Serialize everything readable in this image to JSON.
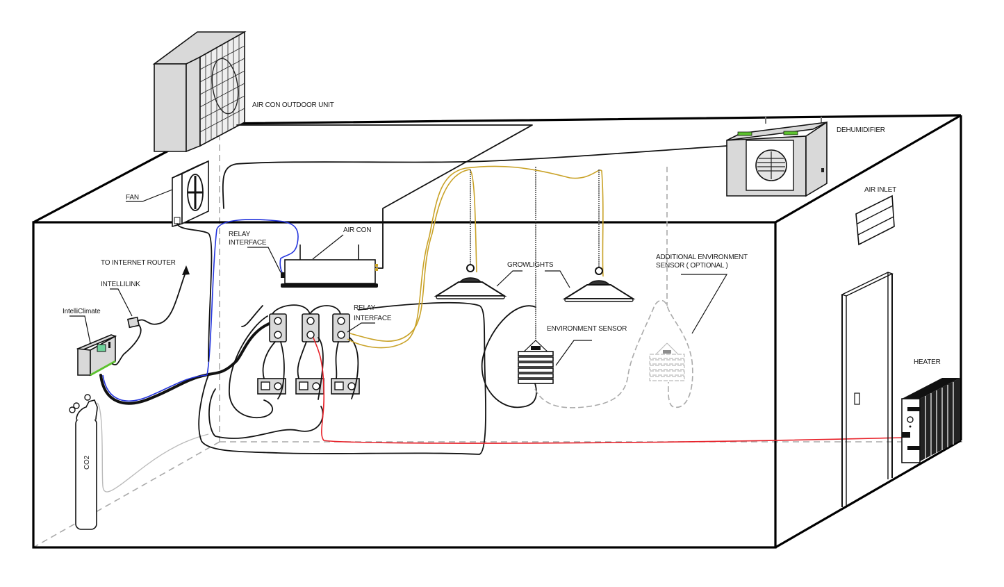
{
  "title": "IntelliClimate grow room wiring layout",
  "labels": {
    "air_con_outdoor_unit": "AIR CON OUTDOOR UNIT",
    "dehumidifier": "DEHUMIDIFIER",
    "fan": "FAN",
    "air_inlet": "AIR INLET",
    "relay_interface_top_1": "RELAY",
    "relay_interface_top_2": "INTERFACE",
    "air_con": "AIR CON",
    "to_internet_router": "TO INTERNET ROUTER",
    "intellilink": "INTELLILINK",
    "intelliclimate": "IntelliClimate",
    "relay_interface_mid_1": "RELAY",
    "relay_interface_mid_2": "INTERFACE",
    "growlights": "GROWLIGHTS",
    "additional_sensor_1": "ADDITIONAL ENVIRONMENT",
    "additional_sensor_2": "SENSOR ( OPTIONAL )",
    "environment_sensor": "ENVIRONMENT SENSOR",
    "heater": "HEATER",
    "co2": "CO2"
  },
  "colors": {
    "outline": "#000000",
    "device_fill": "#d9d9d9",
    "growlight_cable": "#c9a227",
    "data_cable_blue": "#2233dd",
    "heater_cable_red": "#e8222a",
    "optional_gray": "#aaaaaa",
    "status_green": "#5cc22e"
  }
}
